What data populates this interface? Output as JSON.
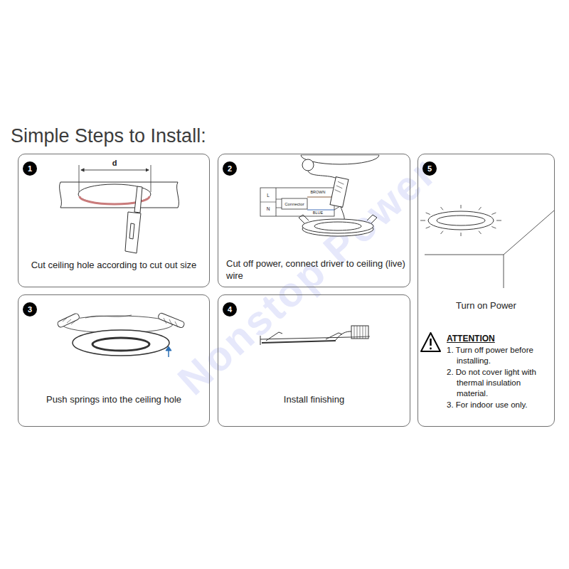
{
  "diagram": {
    "title": "Simple Steps to Install:",
    "nodes": [
      {
        "text": [
          "Cut ceiling hole according to cut out size"
        ]
      },
      {
        "text": [
          "1"
        ],
        "in": 0
      },
      {
        "text": [
          "Cut off power, connect driver to ceiling (live) wire"
        ]
      },
      {
        "text": [
          "2"
        ],
        "in": 2
      },
      {
        "text": [
          "Turn on Power",
          "ATTENTION",
          "1. Turn off power before installing.",
          "2. Do not cover light with thermal insulation material.",
          "3. For indoor use only."
        ]
      },
      {
        "text": [
          "5"
        ],
        "in": 4
      },
      {
        "text": [
          "Push springs into the ceiling hole"
        ]
      },
      {
        "text": [
          "3"
        ],
        "in": 6
      },
      {
        "text": [
          "Install finishing"
        ]
      },
      {
        "text": [
          "4"
        ],
        "in": 8
      }
    ],
    "labels": [
      "d",
      "L",
      "N",
      "Connector",
      "BROWN",
      "BLUE",
      "Nonstop Power"
    ]
  }
}
